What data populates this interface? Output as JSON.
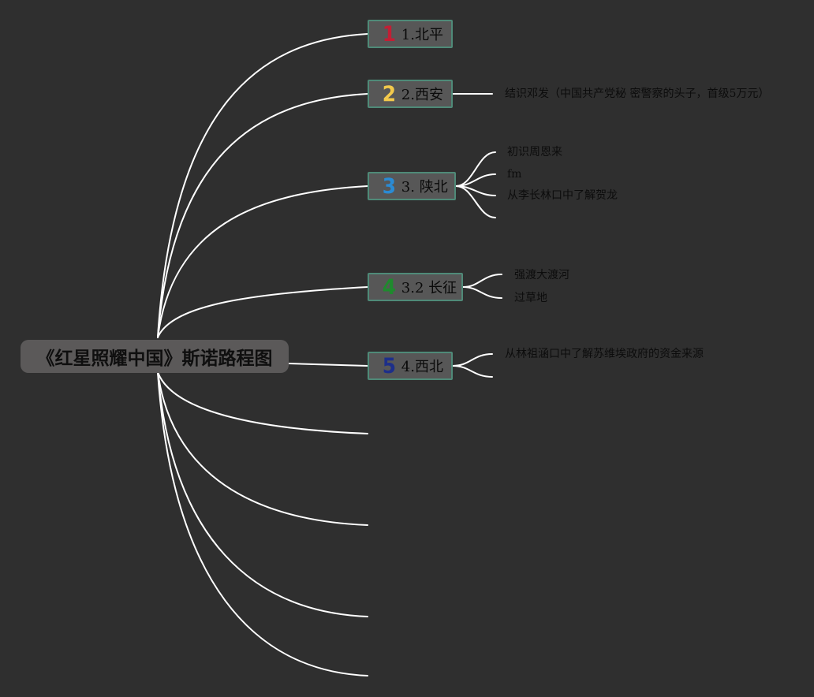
{
  "root": {
    "label": "《红星照耀中国》斯诺路程图"
  },
  "branches": [
    {
      "number": "1",
      "label": "1.北平",
      "color": "#c21f35"
    },
    {
      "number": "2",
      "label": "2.西安",
      "color": "#f2c94c",
      "leaves": [
        "结识邓发（中国共产党秘 密警察的头子，首级5万元）"
      ]
    },
    {
      "number": "3",
      "label": "3. 陕北",
      "color": "#2a8bd4",
      "leaves": [
        "初识周恩来",
        "fm",
        "从李长林口中了解贺龙",
        ""
      ]
    },
    {
      "number": "4",
      "label": "3.2 长征",
      "color": "#1f8a2e",
      "leaves": [
        "强渡大渡河",
        "过草地"
      ]
    },
    {
      "number": "5",
      "label": "4.西北",
      "color": "#1d2f8a",
      "leaves": [
        "从林祖涵口中了解苏维埃政府的资金来源",
        ""
      ]
    }
  ],
  "empty_branches": 4,
  "line_color": "#ffffff",
  "background": "#2f2f2f"
}
